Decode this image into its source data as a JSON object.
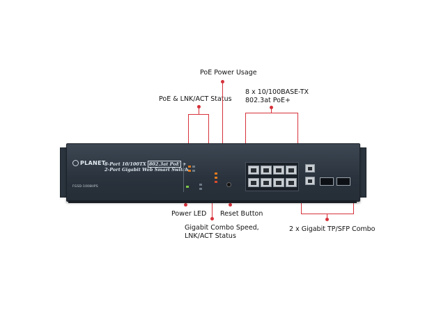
{
  "callouts": {
    "poe_power_usage": "PoE Power Usage",
    "poe_lnk_act_status": "PoE & LNK/ACT Status",
    "ports_10_100": "8 x 10/100BASE-TX\n802.3at PoE+",
    "power_led": "Power LED",
    "reset_button": "Reset Button",
    "gigabit_combo_status": "Gigabit Combo Speed,\nLNK/ACT Status",
    "gigabit_combo": "2 x Gigabit TP/SFP Combo"
  },
  "device": {
    "brand": "PLANET",
    "model": "FGSD-1008HPS",
    "title_line1": "8-Port 10/100TX",
    "title_poe_badge": "802.3at PoE",
    "title_plus": "+",
    "title_line2": "2-Port Gigabit Web Smart Switch"
  },
  "colors": {
    "callout_line": "#d6313a",
    "chassis": "#2f3843",
    "led_orange": "#e07a1f",
    "led_green": "#7ec84a"
  }
}
